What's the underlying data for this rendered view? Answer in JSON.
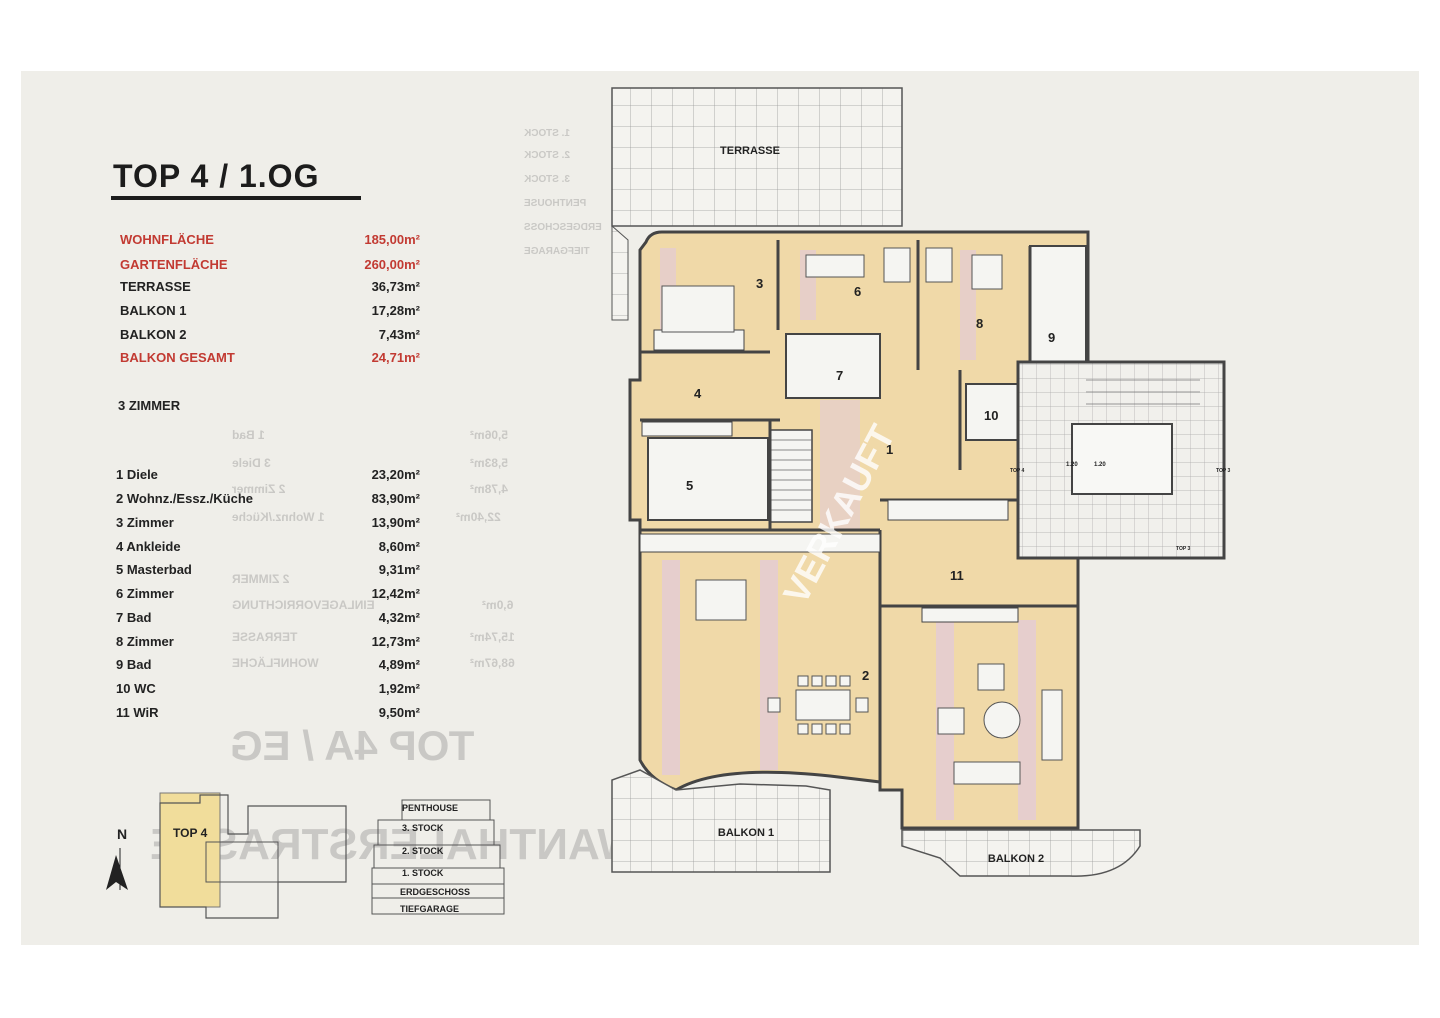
{
  "title": "TOP 4 / 1.OG",
  "areas": [
    {
      "label": "WOHNFLÄCHE",
      "value": "185,00m²",
      "highlight": true
    },
    {
      "label": "GARTENFLÄCHE",
      "value": "260,00m²",
      "highlight": true
    },
    {
      "label": "TERRASSE",
      "value": "36,73m²",
      "highlight": false
    },
    {
      "label": "BALKON 1",
      "value": "17,28m²",
      "highlight": false
    },
    {
      "label": "BALKON 2",
      "value": "7,43m²",
      "highlight": false
    },
    {
      "label": "BALKON GESAMT",
      "value": "24,71m²",
      "highlight": true
    }
  ],
  "room_count": "3 ZIMMER",
  "rooms": [
    {
      "label": "1 Diele",
      "value": "23,20m²"
    },
    {
      "label": "2 Wohnz./Essz./Küche",
      "value": "83,90m²"
    },
    {
      "label": "3 Zimmer",
      "value": "13,90m²"
    },
    {
      "label": "4 Ankleide",
      "value": "8,60m²"
    },
    {
      "label": "5 Masterbad",
      "value": "9,31m²"
    },
    {
      "label": "6 Zimmer",
      "value": "12,42m²"
    },
    {
      "label": "7 Bad",
      "value": "4,32m²"
    },
    {
      "label": "8 Zimmer",
      "value": "12,73m²"
    },
    {
      "label": "9 Bad",
      "value": "4,89m²"
    },
    {
      "label": "10 WC",
      "value": "1,92m²"
    },
    {
      "label": "11 WiR",
      "value": "9,50m²"
    }
  ],
  "plan": {
    "terrace_label": "TERRASSE",
    "balkon1_label": "BALKON 1",
    "balkon2_label": "BALKON 2",
    "stamp": "VERKAUFT",
    "room_numbers": [
      "1",
      "2",
      "3",
      "4",
      "5",
      "6",
      "7",
      "8",
      "9",
      "10",
      "11"
    ],
    "dims": [
      "1.20",
      "1.20"
    ],
    "door_tags": [
      "TOP 4",
      "TOP 3",
      "TOP 3"
    ]
  },
  "keyplan": {
    "label": "TOP 4",
    "north": "N",
    "floors": [
      "PENTHOUSE",
      "3. STOCK",
      "2. STOCK",
      "1. STOCK",
      "ERDGESCHOSS",
      "TIEFGARAGE"
    ]
  },
  "ghost_text": {
    "heading": "TOP 4A / EG",
    "street": "SCHWANTHALERSTRASSE",
    "lines": [
      "1 Bad",
      "3 Diele",
      "2 Zimmer",
      "1 Wohnz./Küche",
      "2 ZIMMER",
      "EINLAGEVORRICHTUNG",
      "TERRASSE",
      "WOHNFLÄCHE"
    ],
    "values": [
      "5,06m²",
      "5,83m²",
      "4,78m²",
      "22,40m²",
      "6,0m²",
      "15,74m²",
      "68,67m²"
    ],
    "floor_lines": [
      "1. STOCK",
      "2. STOCK",
      "3. STOCK",
      "PENTHOUSE",
      "ERDGESCHOSS",
      "TIEFGARAGE"
    ]
  },
  "colors": {
    "room_fill": "#f0d9a8",
    "stripe": "#e3cbd6",
    "heading_red": "#c23a32"
  }
}
